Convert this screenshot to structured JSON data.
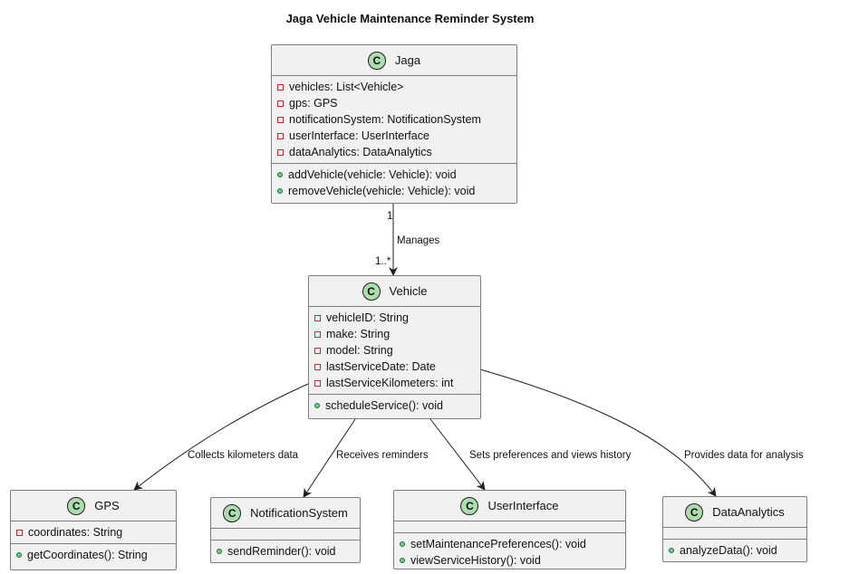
{
  "title": "Jaga Vehicle Maintenance Reminder System",
  "stereotype_letter": "C",
  "classes": {
    "jaga": {
      "name": "Jaga",
      "attributes": [
        "vehicles: List<Vehicle>",
        "gps: GPS",
        "notificationSystem: NotificationSystem",
        "userInterface: UserInterface",
        "dataAnalytics: DataAnalytics"
      ],
      "methods": [
        "addVehicle(vehicle: Vehicle): void",
        "removeVehicle(vehicle: Vehicle): void"
      ]
    },
    "vehicle": {
      "name": "Vehicle",
      "attributes": [
        "vehicleID: String",
        "make: String",
        "model: String",
        "lastServiceDate: Date",
        "lastServiceKilometers: int"
      ],
      "methods": [
        "scheduleService(): void"
      ]
    },
    "gps": {
      "name": "GPS",
      "attributes": [
        "coordinates: String"
      ],
      "methods": [
        "getCoordinates(): String"
      ]
    },
    "notification": {
      "name": "NotificationSystem",
      "attributes": [],
      "methods": [
        "sendReminder(): void"
      ]
    },
    "ui": {
      "name": "UserInterface",
      "attributes": [],
      "methods": [
        "setMaintenancePreferences(): void",
        "viewServiceHistory(): void"
      ]
    },
    "analytics": {
      "name": "DataAnalytics",
      "attributes": [],
      "methods": [
        "analyzeData(): void"
      ]
    }
  },
  "relations": {
    "manages": {
      "label": "Manages",
      "source_mult": "1",
      "target_mult": "1..*"
    },
    "collects": {
      "label": "Collects kilometers data"
    },
    "receives": {
      "label": "Receives reminders"
    },
    "sets": {
      "label": "Sets preferences and views history"
    },
    "provides": {
      "label": "Provides data for analysis"
    }
  },
  "colors": {
    "class_fill": "#f1f1f1",
    "class_border": "#7d7d7d",
    "stereotype_fill": "#addcaf",
    "private_marker": "#c82930",
    "public_marker": "#84be84"
  }
}
